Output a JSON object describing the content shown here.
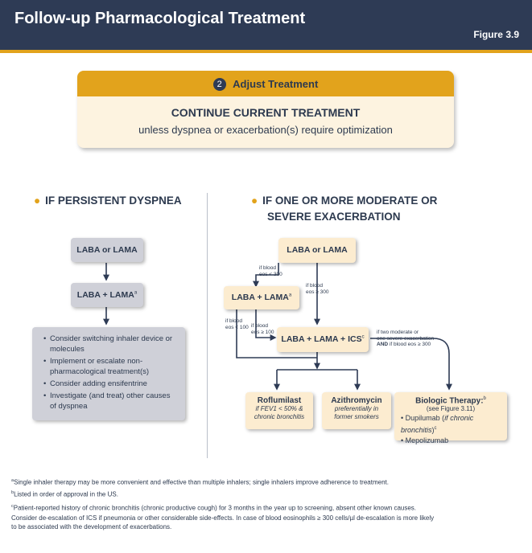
{
  "header": {
    "title": "Follow-up Pharmacological Treatment",
    "figure": "Figure 3.9"
  },
  "adjust": {
    "step_number": "2",
    "label": "Adjust Treatment",
    "main": "CONTINUE CURRENT TREATMENT",
    "sub": "unless dyspnea or exacerbation(s) require optimization"
  },
  "dyspnea": {
    "heading": "IF PERSISTENT DYSPNEA",
    "box1": "LABA or LAMA",
    "box2": "LABA + LAMA",
    "box2_sup": "a",
    "considerations": [
      "Consider switching inhaler device or molecules",
      "Implement or escalate non-pharmacological treatment(s)",
      "Consider adding ensifentrine",
      "Investigate (and treat) other causes of dyspnea"
    ]
  },
  "exacerbation": {
    "heading_line1": "IF ONE OR MORE MODERATE OR",
    "heading_line2": "SEVERE EXACERBATION",
    "box1": "LABA or LAMA",
    "box2": "LABA + LAMA",
    "box2_sup": "a",
    "box3": "LABA + LAMA + ICS",
    "box3_sup": "c",
    "labels": {
      "eos_lt_300_a": "if blood",
      "eos_lt_300_b": "eos < 300",
      "eos_ge_300_a": "if blood",
      "eos_ge_300_b": "eos ≥ 300",
      "eos_lt_100_a": "if blood",
      "eos_lt_100_b": "eos < 100",
      "eos_ge_100_a": "if blood",
      "eos_ge_100_b": "eos ≥ 100",
      "two_mod_a": "if two moderate or",
      "two_mod_b": "one severe exacerbation",
      "two_mod_c_bold": "AND",
      "two_mod_c": "if blood eos ≥ 300"
    },
    "roflumilast": {
      "title": "Roflumilast",
      "sub1": "if FEV1 < 50% &",
      "sub2": "chronic bronchitis"
    },
    "azithromycin": {
      "title": "Azithromycin",
      "sub1": "preferentially in",
      "sub2": "former smokers"
    },
    "biologic": {
      "title": "Biologic Therapy:",
      "title_sup": "b",
      "see": "(see Figure 3.11)",
      "item1": "Dupilumab (",
      "item1_italic": "if chronic bronchitis",
      "item1_end": ")",
      "item1_sup": "c",
      "item2": "Mepolizumab"
    }
  },
  "footnotes": {
    "a_sup": "a",
    "a": "Single inhaler therapy may be more convenient and effective than multiple inhalers; single inhalers improve adherence to treatment.",
    "b_sup": "b",
    "b": "Listed in order of approval in the US.",
    "c_sup": "c",
    "c": "Patient-reported history of chronic bronchitis (chronic productive cough) for 3 months in the year up to screening, absent other known causes.",
    "d1": "Consider de-escalation of ICS if pneumonia or other considerable side-effects. In case of blood eosinophils ≥ 300 cells/µl de-escalation is more likely",
    "d2": "to be associated with the development of exacerbations."
  },
  "colors": {
    "navy": "#2e3b55",
    "gold": "#e2a31c",
    "cream": "#fcecd0",
    "grey_box": "#cfd0d8"
  }
}
